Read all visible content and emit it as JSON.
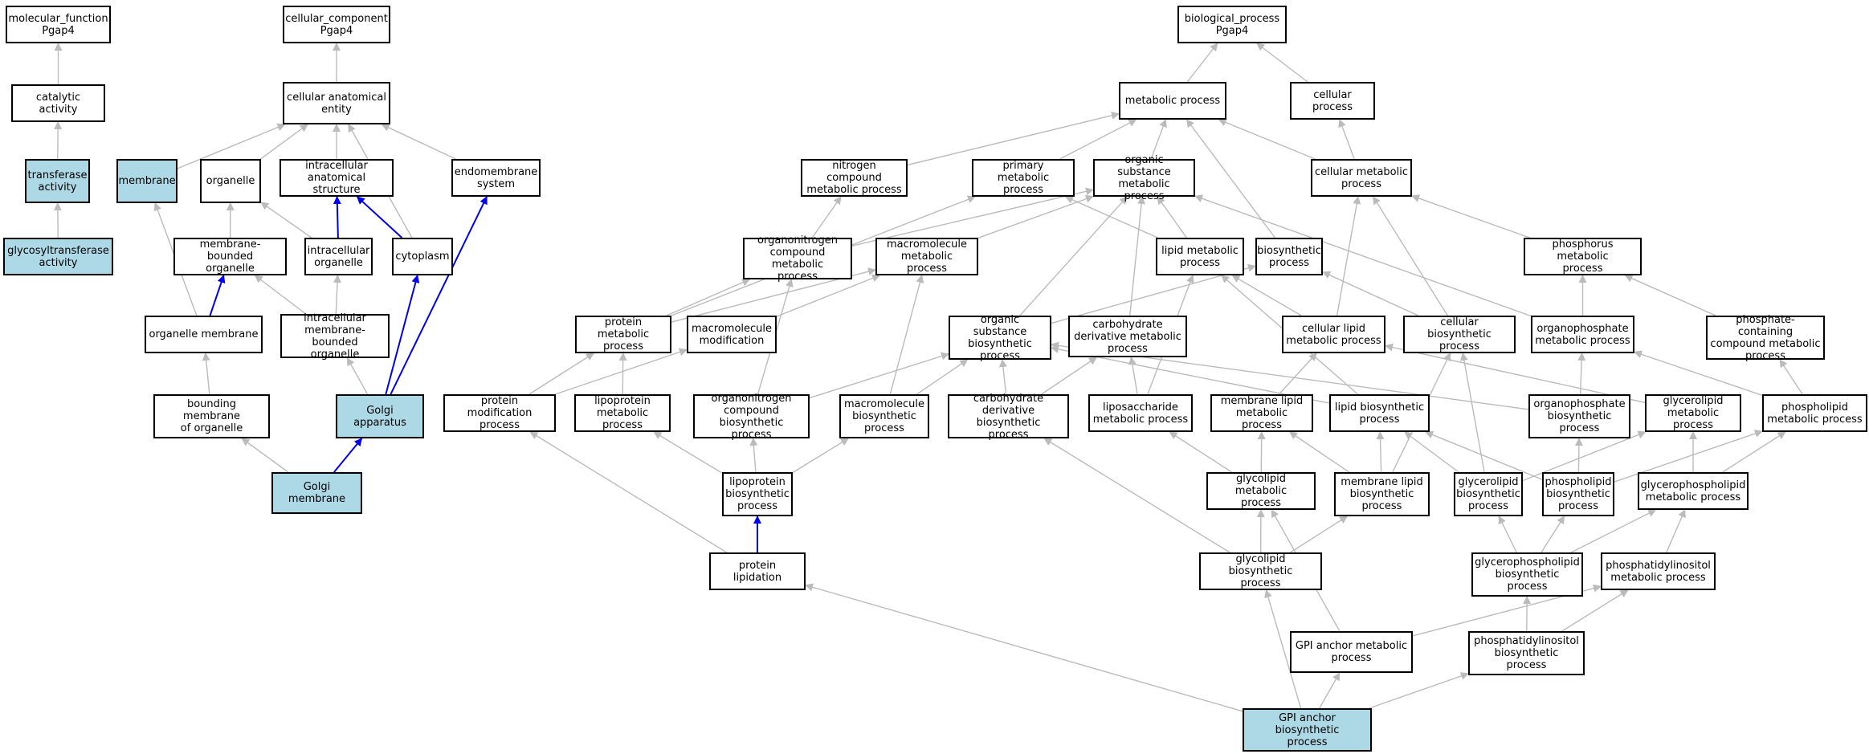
{
  "colors": {
    "edge": "#bbbbbb",
    "highlight_edge": "#0000ee",
    "highlight_fill": "#add8e6",
    "node_fill": "#ffffff"
  },
  "nodes": [
    {
      "id": "mf",
      "label": "molecular_function\nPgap4"
    },
    {
      "id": "cat",
      "label": "catalytic activity"
    },
    {
      "id": "trans",
      "label": "transferase\nactivity",
      "hl": true
    },
    {
      "id": "glyco",
      "label": "glycosyltransferase\nactivity",
      "hl": true
    },
    {
      "id": "cc",
      "label": "cellular_component\nPgap4"
    },
    {
      "id": "cae",
      "label": "cellular anatomical\nentity"
    },
    {
      "id": "membrane",
      "label": "membrane",
      "hl": true
    },
    {
      "id": "organelle",
      "label": "organelle"
    },
    {
      "id": "ias",
      "label": "intracellular\nanatomical structure"
    },
    {
      "id": "endo",
      "label": "endomembrane\nsystem"
    },
    {
      "id": "mbo",
      "label": "membrane-bounded\norganelle"
    },
    {
      "id": "io",
      "label": "intracellular\norganelle"
    },
    {
      "id": "cyto",
      "label": "cytoplasm"
    },
    {
      "id": "om",
      "label": "organelle membrane"
    },
    {
      "id": "imbo",
      "label": "intracellular\nmembrane-bounded\norganelle"
    },
    {
      "id": "bmo",
      "label": "bounding membrane\nof organelle"
    },
    {
      "id": "golgi",
      "label": "Golgi apparatus",
      "hl": true
    },
    {
      "id": "gm",
      "label": "Golgi membrane",
      "hl": true
    },
    {
      "id": "bp",
      "label": "biological_process\nPgap4"
    },
    {
      "id": "mp",
      "label": "metabolic process"
    },
    {
      "id": "cp",
      "label": "cellular process"
    },
    {
      "id": "ncmp",
      "label": "nitrogen compound\nmetabolic process"
    },
    {
      "id": "pmp",
      "label": "primary metabolic\nprocess"
    },
    {
      "id": "osmp",
      "label": "organic substance\nmetabolic process"
    },
    {
      "id": "cmp",
      "label": "cellular metabolic\nprocess"
    },
    {
      "id": "occmp",
      "label": "organonitrogen\ncompound metabolic\nprocess"
    },
    {
      "id": "mmp",
      "label": "macromolecule\nmetabolic process"
    },
    {
      "id": "lmp",
      "label": "lipid metabolic\nprocess"
    },
    {
      "id": "bsp",
      "label": "biosynthetic\nprocess"
    },
    {
      "id": "phmp",
      "label": "phosphorus metabolic\nprocess"
    },
    {
      "id": "protmp",
      "label": "protein metabolic\nprocess"
    },
    {
      "id": "mmod",
      "label": "macromolecule\nmodification"
    },
    {
      "id": "osbp",
      "label": "organic substance\nbiosynthetic\nprocess"
    },
    {
      "id": "cdmp",
      "label": "carbohydrate\nderivative metabolic\nprocess"
    },
    {
      "id": "clmp",
      "label": "cellular lipid\nmetabolic process"
    },
    {
      "id": "cbp",
      "label": "cellular biosynthetic\nprocess"
    },
    {
      "id": "opmp",
      "label": "organophosphate\nmetabolic process"
    },
    {
      "id": "pccmp",
      "label": "phosphate-containing\ncompound metabolic\nprocess"
    },
    {
      "id": "pmodp",
      "label": "protein modification\nprocess"
    },
    {
      "id": "lpmp",
      "label": "lipoprotein\nmetabolic process"
    },
    {
      "id": "occbp",
      "label": "organonitrogen\ncompound biosynthetic\nprocess"
    },
    {
      "id": "mmbp",
      "label": "macromolecule\nbiosynthetic\nprocess"
    },
    {
      "id": "cdbp",
      "label": "carbohydrate\nderivative biosynthetic\nprocess"
    },
    {
      "id": "lsmp",
      "label": "liposaccharide\nmetabolic process"
    },
    {
      "id": "mlmp",
      "label": "membrane lipid\nmetabolic process"
    },
    {
      "id": "lbp",
      "label": "lipid biosynthetic\nprocess"
    },
    {
      "id": "opbp",
      "label": "organophosphate\nbiosynthetic\nprocess"
    },
    {
      "id": "glmp",
      "label": "glycerolipid\nmetabolic process"
    },
    {
      "id": "plmp",
      "label": "phospholipid\nmetabolic process"
    },
    {
      "id": "lpbp",
      "label": "lipoprotein\nbiosynthetic\nprocess"
    },
    {
      "id": "gclmp",
      "label": "glycolipid metabolic\nprocess"
    },
    {
      "id": "mlbp",
      "label": "membrane lipid\nbiosynthetic\nprocess"
    },
    {
      "id": "glbp",
      "label": "glycerolipid\nbiosynthetic\nprocess"
    },
    {
      "id": "plbp",
      "label": "phospholipid\nbiosynthetic\nprocess"
    },
    {
      "id": "gpmp",
      "label": "glycerophospholipid\nmetabolic process"
    },
    {
      "id": "plip",
      "label": "protein lipidation"
    },
    {
      "id": "gclbp",
      "label": "glycolipid biosynthetic\nprocess"
    },
    {
      "id": "gpbp",
      "label": "glycerophospholipid\nbiosynthetic\nprocess"
    },
    {
      "id": "pimp",
      "label": "phosphatidylinositol\nmetabolic process"
    },
    {
      "id": "gpimp",
      "label": "GPI anchor metabolic\nprocess"
    },
    {
      "id": "pibp",
      "label": "phosphatidylinositol\nbiosynthetic\nprocess"
    },
    {
      "id": "gpibp",
      "label": "GPI anchor biosynthetic\nprocess",
      "hl": true
    }
  ],
  "edges": [
    [
      "cat",
      "mf",
      0
    ],
    [
      "trans",
      "cat",
      0
    ],
    [
      "glyco",
      "trans",
      0
    ],
    [
      "cae",
      "cc",
      0
    ],
    [
      "membrane",
      "cae",
      0
    ],
    [
      "organelle",
      "cae",
      0
    ],
    [
      "ias",
      "cae",
      0
    ],
    [
      "endo",
      "cae",
      0
    ],
    [
      "cyto",
      "cae",
      0
    ],
    [
      "mbo",
      "organelle",
      0
    ],
    [
      "io",
      "organelle",
      0
    ],
    [
      "io",
      "ias",
      1
    ],
    [
      "cyto",
      "ias",
      1
    ],
    [
      "om",
      "membrane",
      0
    ],
    [
      "om",
      "mbo",
      1
    ],
    [
      "imbo",
      "mbo",
      0
    ],
    [
      "imbo",
      "io",
      0
    ],
    [
      "bmo",
      "om",
      0
    ],
    [
      "golgi",
      "imbo",
      0
    ],
    [
      "golgi",
      "cyto",
      1
    ],
    [
      "golgi",
      "endo",
      1
    ],
    [
      "gm",
      "bmo",
      0
    ],
    [
      "gm",
      "golgi",
      1
    ],
    [
      "mp",
      "bp",
      0
    ],
    [
      "cp",
      "bp",
      0
    ],
    [
      "ncmp",
      "mp",
      0
    ],
    [
      "pmp",
      "mp",
      0
    ],
    [
      "osmp",
      "mp",
      0
    ],
    [
      "cmp",
      "mp",
      0
    ],
    [
      "cmp",
      "cp",
      0
    ],
    [
      "occmp",
      "ncmp",
      0
    ],
    [
      "occmp",
      "osmp",
      0
    ],
    [
      "mmp",
      "osmp",
      0
    ],
    [
      "lmp",
      "pmp",
      0
    ],
    [
      "lmp",
      "osmp",
      0
    ],
    [
      "bsp",
      "mp",
      0
    ],
    [
      "phmp",
      "cmp",
      0
    ],
    [
      "protmp",
      "pmp",
      0
    ],
    [
      "protmp",
      "occmp",
      0
    ],
    [
      "protmp",
      "mmp",
      0
    ],
    [
      "mmod",
      "mmp",
      0
    ],
    [
      "osbp",
      "osmp",
      0
    ],
    [
      "osbp",
      "bsp",
      0
    ],
    [
      "cdmp",
      "osmp",
      0
    ],
    [
      "clmp",
      "lmp",
      0
    ],
    [
      "clmp",
      "cmp",
      0
    ],
    [
      "cbp",
      "bsp",
      0
    ],
    [
      "cbp",
      "cmp",
      0
    ],
    [
      "opmp",
      "phmp",
      0
    ],
    [
      "opmp",
      "osmp",
      0
    ],
    [
      "pccmp",
      "phmp",
      0
    ],
    [
      "pmodp",
      "protmp",
      0
    ],
    [
      "pmodp",
      "mmod",
      0
    ],
    [
      "lpmp",
      "protmp",
      0
    ],
    [
      "occbp",
      "occmp",
      0
    ],
    [
      "occbp",
      "osbp",
      0
    ],
    [
      "mmbp",
      "mmp",
      0
    ],
    [
      "mmbp",
      "osbp",
      0
    ],
    [
      "cdbp",
      "osbp",
      0
    ],
    [
      "cdbp",
      "cdmp",
      0
    ],
    [
      "lsmp",
      "cdmp",
      0
    ],
    [
      "lsmp",
      "lmp",
      0
    ],
    [
      "mlmp",
      "clmp",
      0
    ],
    [
      "lbp",
      "lmp",
      0
    ],
    [
      "lbp",
      "osbp",
      0
    ],
    [
      "opbp",
      "opmp",
      0
    ],
    [
      "opbp",
      "osbp",
      0
    ],
    [
      "glmp",
      "clmp",
      0
    ],
    [
      "plmp",
      "opmp",
      0
    ],
    [
      "plmp",
      "pccmp",
      0
    ],
    [
      "lpbp",
      "lpmp",
      0
    ],
    [
      "lpbp",
      "occbp",
      0
    ],
    [
      "lpbp",
      "mmbp",
      0
    ],
    [
      "gclmp",
      "lsmp",
      0
    ],
    [
      "gclmp",
      "mlmp",
      0
    ],
    [
      "mlbp",
      "mlmp",
      0
    ],
    [
      "mlbp",
      "lbp",
      0
    ],
    [
      "mlbp",
      "cbp",
      0
    ],
    [
      "glbp",
      "lbp",
      0
    ],
    [
      "glbp",
      "glmp",
      0
    ],
    [
      "glbp",
      "cbp",
      0
    ],
    [
      "plbp",
      "opbp",
      0
    ],
    [
      "plbp",
      "lbp",
      0
    ],
    [
      "plbp",
      "plmp",
      0
    ],
    [
      "gpmp",
      "glmp",
      0
    ],
    [
      "gpmp",
      "plmp",
      0
    ],
    [
      "plip",
      "lpbp",
      1
    ],
    [
      "plip",
      "pmodp",
      0
    ],
    [
      "gclbp",
      "gclmp",
      0
    ],
    [
      "gclbp",
      "mlbp",
      0
    ],
    [
      "gclbp",
      "cdbp",
      0
    ],
    [
      "gpbp",
      "gpmp",
      0
    ],
    [
      "gpbp",
      "glbp",
      0
    ],
    [
      "gpbp",
      "plbp",
      0
    ],
    [
      "pimp",
      "gpmp",
      0
    ],
    [
      "gpimp",
      "gclmp",
      0
    ],
    [
      "gpimp",
      "pimp",
      0
    ],
    [
      "pibp",
      "gpbp",
      0
    ],
    [
      "pibp",
      "pimp",
      0
    ],
    [
      "gpibp",
      "gpimp",
      0
    ],
    [
      "gpibp",
      "gclbp",
      0
    ],
    [
      "gpibp",
      "pibp",
      0
    ],
    [
      "gpibp",
      "plip",
      0
    ]
  ]
}
